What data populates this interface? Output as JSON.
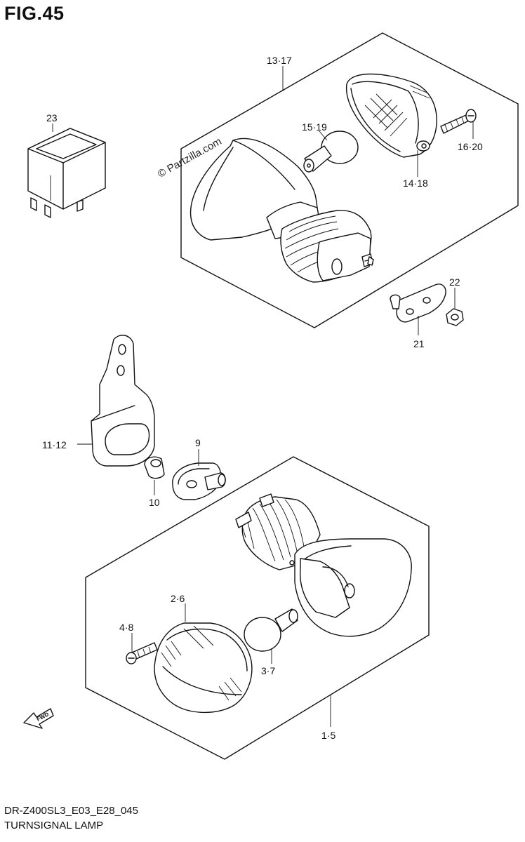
{
  "figure": {
    "title": "FIG.45",
    "model_code": "DR-Z400SL3_E03_E28_045",
    "name": "TURNSIGNAL LAMP",
    "watermark": "© Partzilla.com",
    "fwd_label": "FWD"
  },
  "callouts": {
    "c13_17": "13·17",
    "c23": "23",
    "c15_19": "15·19",
    "c16_20": "16·20",
    "c14_18": "14·18",
    "c22": "22",
    "c21": "21",
    "c11_12": "11·12",
    "c9": "9",
    "c10": "10",
    "c2_6": "2·6",
    "c4_8": "4·8",
    "c3_7": "3·7",
    "c1_5": "1·5"
  }
}
